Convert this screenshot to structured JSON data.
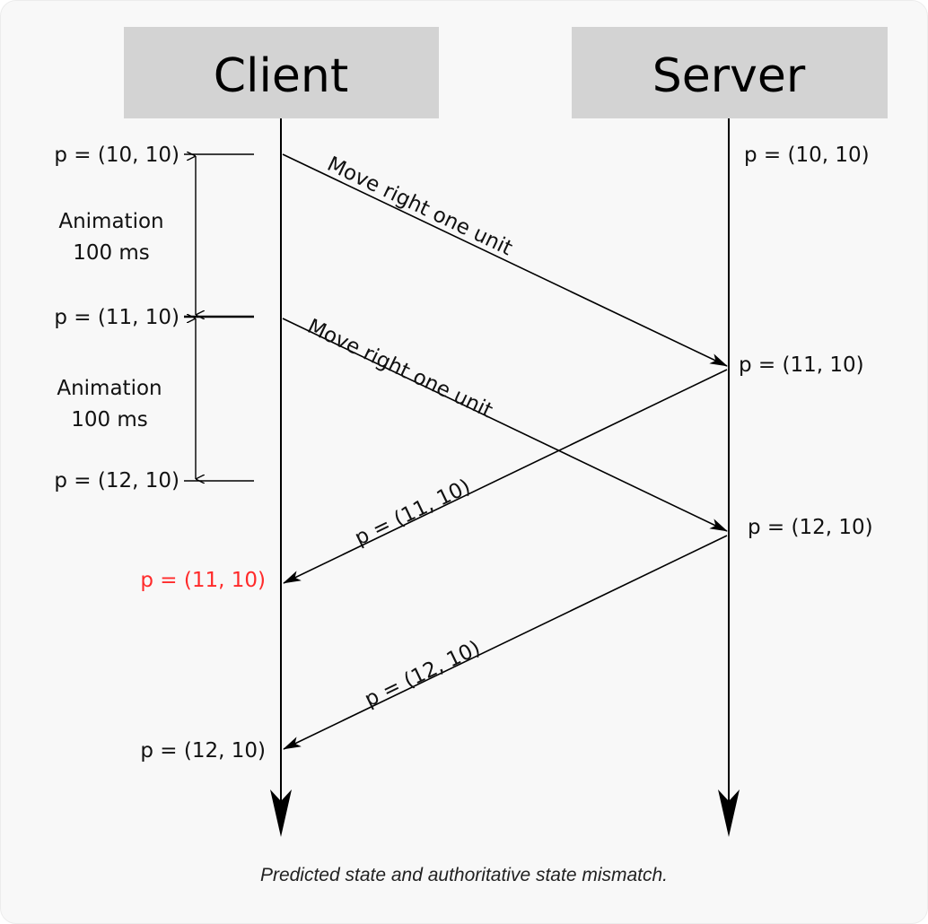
{
  "participants": {
    "client": "Client",
    "server": "Server"
  },
  "client_states": {
    "s1": "p = (10, 10)",
    "s2": "p = (11, 10)",
    "s3": "p = (12, 10)",
    "corrected": "p = (11, 10)",
    "final": "p = (12, 10)"
  },
  "server_states": {
    "s1": "p = (10, 10)",
    "s2": "p = (11, 10)",
    "s3": "p = (12, 10)"
  },
  "animations": [
    {
      "line1": "Animation",
      "line2": "100 ms"
    },
    {
      "line1": "Animation",
      "line2": "100 ms"
    }
  ],
  "messages": {
    "move1": "Move right one unit",
    "move2": "Move right one unit",
    "reply1": "p = (11, 10)",
    "reply2": "p = (12, 10)"
  },
  "colors": {
    "box_fill": "#d3d3d3",
    "line": "#000000",
    "mismatch": "#ff2a2a"
  },
  "caption": "Predicted state and authoritative state mismatch."
}
